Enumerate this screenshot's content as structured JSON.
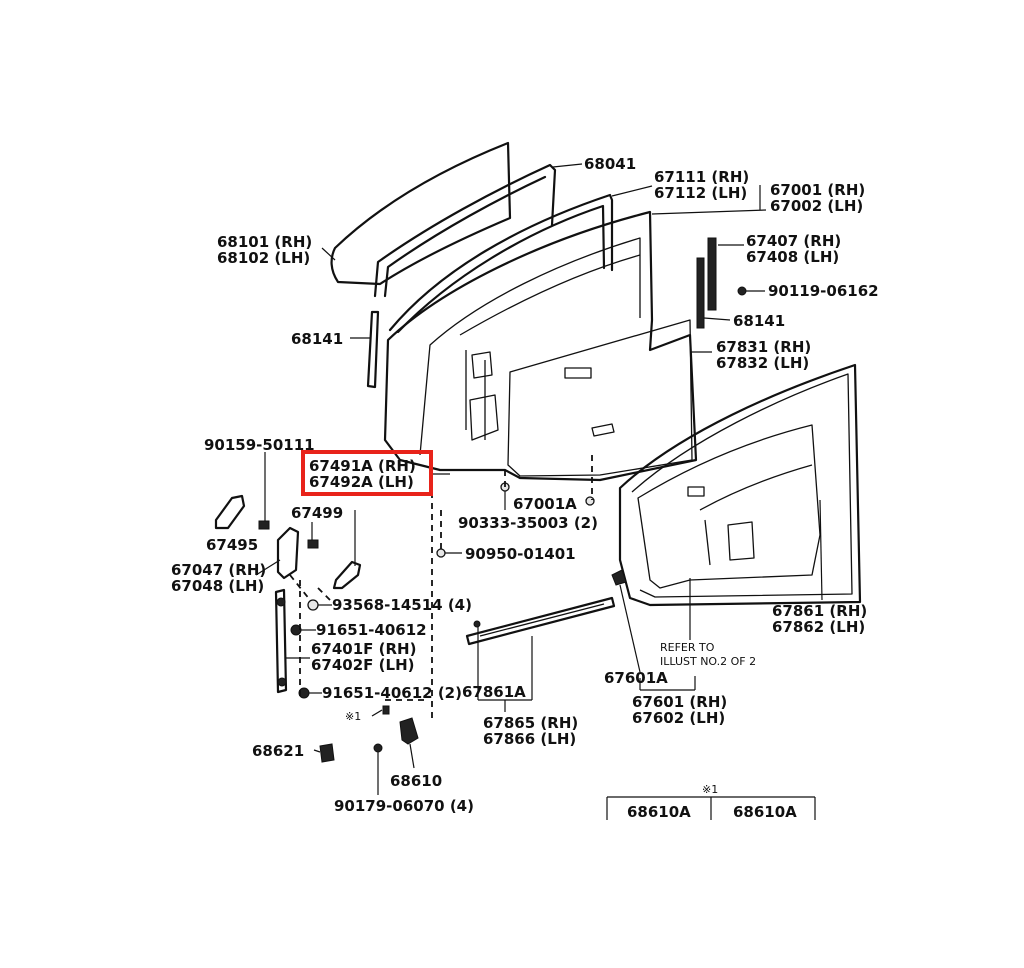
{
  "callouts": {
    "c68041": "68041",
    "c67111": "67111 (RH)",
    "c67112": "67112 (LH)",
    "c67001": "67001 (RH)",
    "c67002": "67002 (LH)",
    "c68101": "68101 (RH)",
    "c68102": "68102 (LH)",
    "c67407": "67407 (RH)",
    "c67408": "67408 (LH)",
    "c90119": "90119-06162",
    "c68141a": "68141",
    "c68141b": "68141",
    "c67831": "67831 (RH)",
    "c67832": "67832 (LH)",
    "c90159": "90159-50111",
    "c67491": "67491A (RH)",
    "c67492": "67492A (LH)",
    "c67001a": "67001A",
    "c90333": "90333-35003 (2)",
    "c67499": "67499",
    "c67495": "67495",
    "c90950": "90950-01401",
    "c67047": "67047 (RH)",
    "c67048": "67048 (LH)",
    "c93568": "93568-14514 (4)",
    "c91651a": "91651-40612",
    "c67401": "67401F (RH)",
    "c67402": "67402F (LH)",
    "c91651b": "91651-40612 (2)",
    "c67861a": "67861A",
    "c67861": "67861 (RH)",
    "c67862": "67862 (LH)",
    "refer1": "REFER TO",
    "refer2": "ILLUST NO.2 OF 2",
    "c67601a": "67601A",
    "c67601": "67601 (RH)",
    "c67602": "67602 (LH)",
    "c67865": "67865 (RH)",
    "c67866": "67866 (LH)",
    "mark1": "※1",
    "c68621": "68621",
    "c68610": "68610",
    "c90179": "90179-06070 (4)",
    "kit_mark": "※1",
    "kit_a": "68610A",
    "kit_b": "68610A"
  },
  "highlight_color": "#e8231a"
}
